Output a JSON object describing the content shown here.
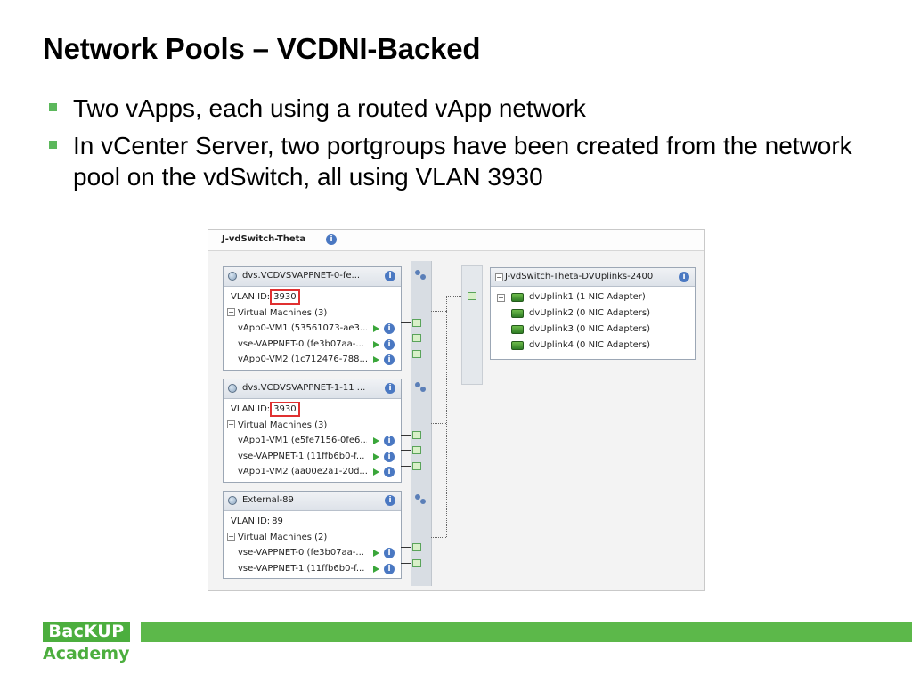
{
  "slide": {
    "title": "Network Pools – VCDNI-Backed",
    "bullets": [
      "Two vApps, each using a routed vApp network",
      "In vCenter Server, two portgroups have been created from the network pool on the vdSwitch, all using VLAN 3930"
    ]
  },
  "screenshot": {
    "switch_name": "J-vdSwitch-Theta",
    "portgroups": [
      {
        "name": "dvs.VCDVSVAPPNET-0-fe...",
        "vlan_label": "VLAN ID:",
        "vlan_id": "3930",
        "vm_header": "Virtual Machines (3)",
        "vms": [
          "vApp0-VM1 (53561073-ae3...",
          "vse-VAPPNET-0 (fe3b07aa-...",
          "vApp0-VM2 (1c712476-788..."
        ]
      },
      {
        "name": "dvs.VCDVSVAPPNET-1-11 ...",
        "vlan_label": "VLAN ID:",
        "vlan_id": "3930",
        "vm_header": "Virtual Machines (3)",
        "vms": [
          "vApp1-VM1 (e5fe7156-0fe6...",
          "vse-VAPPNET-1 (11ffb6b0-f...",
          "vApp1-VM2 (aa00e2a1-20d..."
        ]
      },
      {
        "name": "External-89",
        "vlan_label": "VLAN ID:",
        "vlan_id": "89",
        "vm_header": "Virtual Machines (2)",
        "vms": [
          "vse-VAPPNET-0 (fe3b07aa-...",
          "vse-VAPPNET-1 (11ffb6b0-f..."
        ]
      }
    ],
    "uplink_group": {
      "name": "J-vdSwitch-Theta-DVUplinks-2400",
      "uplinks": [
        "dvUplink1 (1 NIC Adapter)",
        "dvUplink2 (0 NIC Adapters)",
        "dvUplink3 (0 NIC Adapters)",
        "dvUplink4 (0 NIC Adapters)"
      ]
    }
  },
  "footer": {
    "logo_top": "BacKUP",
    "logo_bottom": "Academy"
  },
  "colors": {
    "accent_green": "#5cb84a",
    "vlan_highlight": "#e03030"
  }
}
